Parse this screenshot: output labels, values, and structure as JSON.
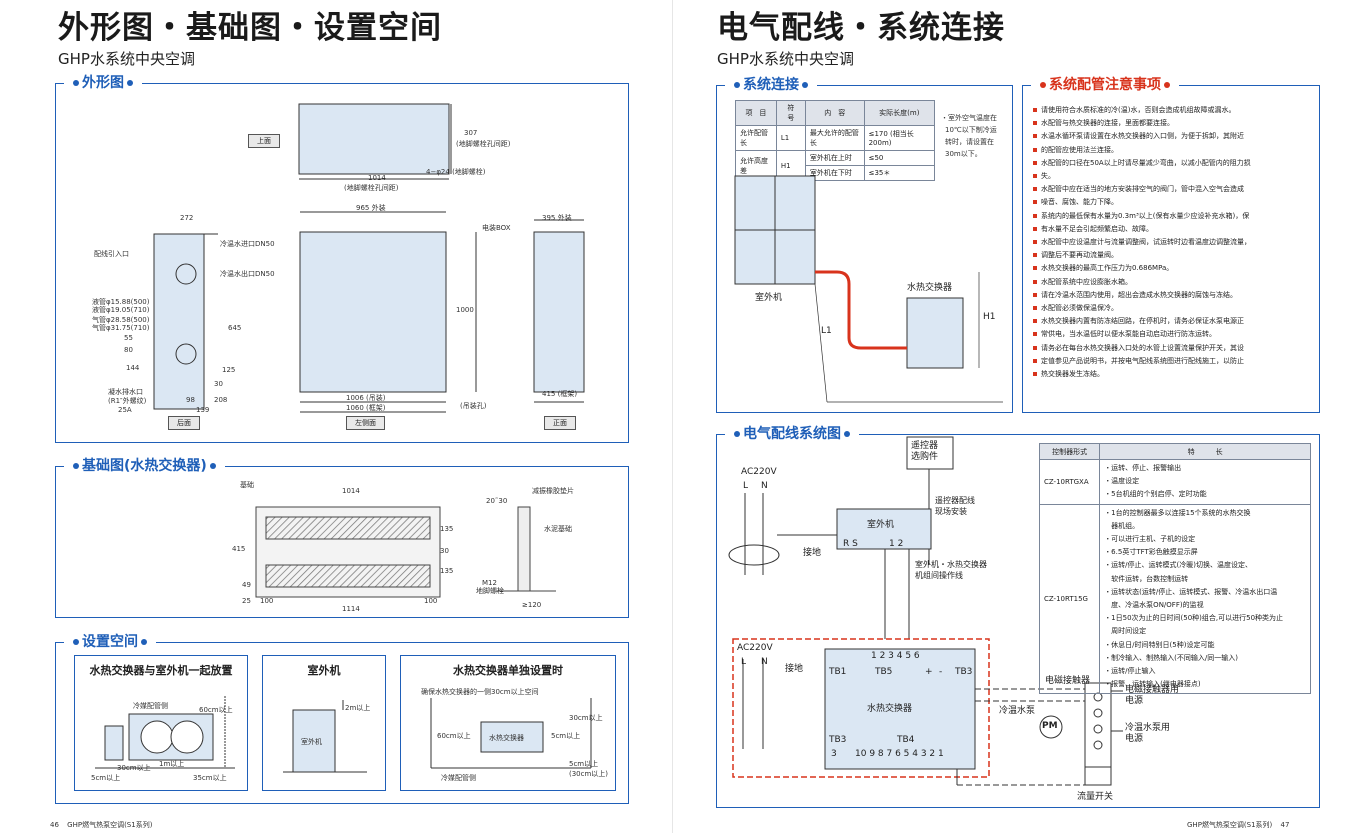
{
  "left": {
    "title": "外形图・基础图・设置空间",
    "subtitle": "GHP水系统中央空调",
    "outline": {
      "title": "外形图",
      "tags": {
        "top": "上面",
        "back": "后面",
        "left_side": "左侧面",
        "front": "正面"
      },
      "labels": {
        "d1014": "1014",
        "d1014_sub": "(地脚螺栓孔间距)",
        "holes": "4−φ24 (地脚螺栓)",
        "d307": "307",
        "d307_sub": "(地脚螺栓孔间距)",
        "d272": "272",
        "wire_in": "配线引入口",
        "cw_in": "冷温水进口DN50",
        "cw_out": "冷温水出口DN50",
        "liq_pipe": "液管φ15.88(500)",
        "liq_pipe2": "液管φ19.05(710)",
        "gas_pipe": "气管φ28.58(500)",
        "gas_pipe2": "气管φ31.75(710)",
        "drain": "凝水排水口",
        "drain2": "(R1″外螺纹)",
        "drain3": "25A",
        "d645": "645",
        "d55": "55",
        "d80": "80",
        "d144": "144",
        "d125": "125",
        "d30": "30",
        "d98": "98",
        "d208": "208",
        "d139": "139",
        "d965": "965 外装",
        "d1000": "1000",
        "d1006": "1006 (吊装)",
        "d1060": "1060 (框架)",
        "hang": "(吊装孔)",
        "ebox": "电装BOX",
        "d395": "395 外装",
        "d415": "415 (框架)"
      }
    },
    "foundation": {
      "title": "基础图(水热交换器)",
      "labels": {
        "base": "基础",
        "d1014": "1014",
        "d1114": "1114",
        "d100a": "100",
        "d100b": "100",
        "d25": "25",
        "d415": "415",
        "d49": "49",
        "d135a": "135",
        "d135b": "135",
        "d30": "30",
        "d2030": "20˜30",
        "damper": "减振橡胶垫片",
        "cement": "水泥基础",
        "bolt": "M12",
        "bolt2": "地脚螺栓",
        "d120": "≥120"
      }
    },
    "space": {
      "title": "设置空间",
      "box1": {
        "title": "水热交换器与室外机一起放置",
        "cold_side": "冷媒配管侧",
        "d60": "60cm以上",
        "d30": "30cm以上",
        "d1m": "1m以上",
        "d5": "5cm以上",
        "d35": "35cm以上"
      },
      "box2": {
        "title": "室外机",
        "unit": "室外机",
        "d2m": "2m以上"
      },
      "box3": {
        "title": "水热交换器单独设置时",
        "note": "确保水热交换器的一侧30cm以上空间",
        "d60": "60cm以上",
        "d30": "30cm以上",
        "d5": "5cm以上",
        "unit": "水热交换器",
        "cold_side": "冷媒配管侧",
        "d5b": "5cm以上",
        "d30b": "(30cm以上)"
      }
    },
    "footer": {
      "page": "46",
      "text": "GHP燃气热泵空调(S1系列)"
    }
  },
  "right": {
    "title": "电气配线・系统连接",
    "subtitle": "GHP水系统中央空调",
    "connection": {
      "title": "系统连接",
      "table": {
        "headers": [
          "项　目",
          "符　号",
          "内　容",
          "实际长度(m)"
        ],
        "rows": [
          [
            "允许配管长",
            "L1",
            "最大允许的配管长",
            "≤170 (相当长200m)"
          ],
          [
            "允许高度差",
            "H1",
            "室外机在上时",
            "≤50"
          ],
          [
            "",
            "",
            "室外机在下时",
            "≤35＊"
          ]
        ]
      },
      "note": [
        "・室外空气温度在",
        "10℃以下制冷运",
        "转时，请设置在",
        "30m以下。"
      ],
      "outdoor": "室外机",
      "exchanger": "水热交换器",
      "L1": "L1",
      "H1": "H1"
    },
    "precautions": {
      "title": "系统配管注意事项",
      "items": [
        "请使用符合水质标准的冷(温)水，否则会造成机组故障或漏水。",
        "水配管与热交换器的连接，里面都要连接。",
        "水温水循环泵请设置在水热交换器的入口侧，为便于拆卸，其附近",
        "的配管应使用法兰连接。",
        "水配管的口径在50A以上时请尽量减少弯曲，以减小配管内的阻力损",
        "失。",
        "水配管中应在适当的地方安装排空气的阀门，管中混入空气会造成",
        "噪音、腐蚀、能力下降。",
        "系统内的最低保有水量为0.3m³以上(保有水量少应设补充水箱)，保",
        "有水量不足会引起频繁启动、故障。",
        "水配管中应设温度计与流量调整阀，试运转时边看温度边调整流量，",
        "调整后不要再动流量阀。",
        "水热交换器的最高工作压力为0.686MPa。",
        "水配管系统中应设膨胀水箱。",
        "请在冷温水范围内使用，超出会造成水热交换器的腐蚀与冻结。",
        "水配管必须做保温保冷。",
        "水热交换器内置有防冻结回路，在停机时，请务必保证水泵电源正",
        "常供电，当水温低时以便水泵能自动启动进行防冻运转。",
        "请务必在每台水热交换器入口处的水管上设置流量保护开关，其设",
        "定值参见产品说明书，并按电气配线系统图进行配线施工，以防止",
        "热交换器发生冻结。"
      ]
    },
    "wiring": {
      "title": "电气配线系统图",
      "remote": [
        "遥控器",
        "选购件"
      ],
      "remote_wire": [
        "遥控器配线",
        "现场安装"
      ],
      "ac220_top": "AC220V",
      "L": "L",
      "N": "N",
      "ground": "接地",
      "outdoor_unit": "室外机",
      "rs": "R S",
      "t12": "1 2",
      "link": [
        "室外机・水热交换器",
        "机组间操作线"
      ],
      "ac220_bottom": "AC220V",
      "exchanger": "水热交换器",
      "tb1": "TB1",
      "tb5": "TB5",
      "tb3a": "TB3",
      "tb3b": "TB3",
      "tb4": "TB4",
      "tb5_terms": "1 2 3 4 5 6",
      "plus": "+",
      "minus": "-",
      "tb4_terms": "10 9 8 7 6 5 4 3 2 1",
      "tb3_term": "3",
      "contactor": "电磁接触器",
      "contactor_pwr": [
        "电磁接触器用",
        "电源"
      ],
      "pump": "冷温水泵",
      "pm": "PM",
      "pump_pwr": [
        "冷温水泵用",
        "电源"
      ],
      "flow": "流量开关",
      "ctrl_table": {
        "headers": [
          "控制器形式",
          "特　　　长"
        ],
        "rows": [
          {
            "model": "CZ-10RTGXA",
            "features": [
              "・运转、停止、报警输出",
              "・温度设定",
              "・5台机组的个别启停、定时功能"
            ]
          },
          {
            "model": "CZ-10RT15G",
            "features": [
              "・1台的控制器最多以连接15个系统的水热交换",
              "　器机组。",
              "・可以进行主机、子机的设定",
              "・6.5英寸TFT彩色触摸显示屏",
              "・运转/停止、运转模式(冷暖)切换、温度设定、",
              "　软件运转，台数控制运转",
              "・运转状态(运转/停止、运转模式、报警、冷温水出口温",
              "　度、冷温水泵ON/OFF)的监视",
              "・1日50次为止的日时间(50种)组合,可以进行50种类为止",
              "　周时间设定",
              "・休息日/时间特别日(5种)设定可能",
              "・制冷输入、制热输入(不同输入/同一输入)",
              "・运转/停止输入",
              "・报警、运转输入(继电器接点)"
            ]
          }
        ]
      }
    },
    "footer": {
      "text": "GHP燃气热泵空调(S1系列)",
      "page": "47"
    }
  },
  "colors": {
    "accent_blue": "#1f5fb8",
    "accent_red": "#d8331c",
    "unit_fill": "#dbe7f3",
    "pipe_red": "#d8331c"
  }
}
